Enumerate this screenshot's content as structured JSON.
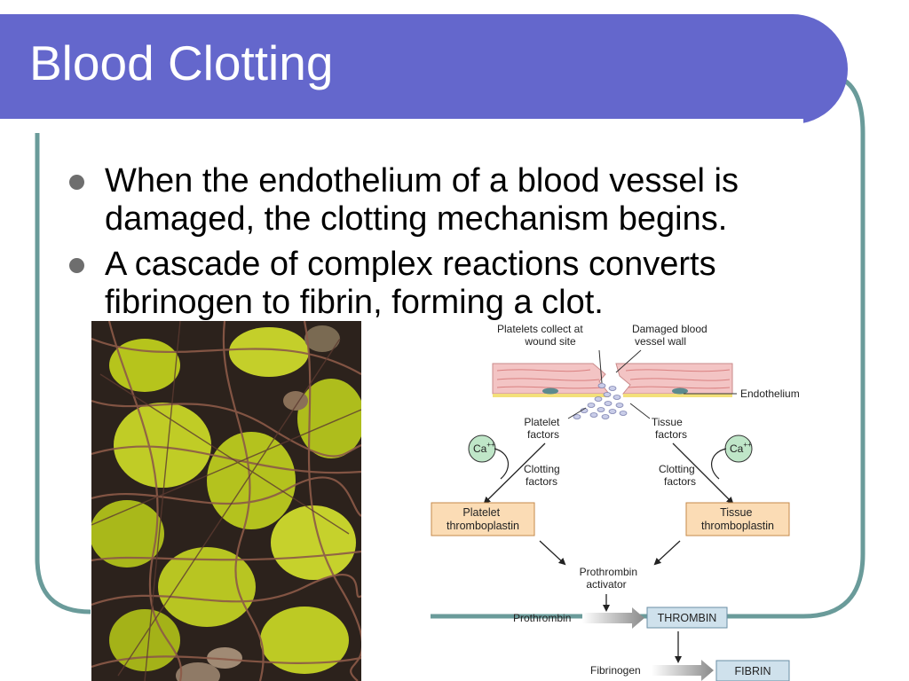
{
  "slide": {
    "title": "Blood Clotting",
    "bullets": [
      "When the endothelium of a blood vessel is damaged, the clotting mechanism begins.",
      "A cascade of complex reactions converts fibrinogen to fibrin, forming a clot."
    ]
  },
  "photo": {
    "subject": "micrograph of red blood cells caught in fibrin threads"
  },
  "diagram": {
    "platelets_collect": [
      "Platelets collect at",
      "wound site"
    ],
    "damaged_wall": [
      "Damaged  blood",
      "vessel wall"
    ],
    "endothelium": "Endothelium",
    "platelet_factors": [
      "Platelet",
      "factors"
    ],
    "tissue_factors": [
      "Tissue",
      "factors"
    ],
    "calcium_base": "Ca",
    "calcium_charge": "++",
    "clotting_factors": [
      "Clotting",
      "factors"
    ],
    "platelet_thromboplastin": [
      "Platelet",
      "thromboplastin"
    ],
    "tissue_thromboplastin": [
      "Tissue",
      "thromboplastin"
    ],
    "prothrombin_activator": [
      "Prothrombin",
      "activator"
    ],
    "prothrombin": "Prothrombin",
    "thrombin": "THROMBIN",
    "fibrinogen": "Fibrinogen",
    "fibrin": "FIBRIN"
  },
  "colors": {
    "title_bar": "#6467cc",
    "frame": "#6a9b9a",
    "bullet": "#6e6e6e",
    "tissue": "#f3c4c4",
    "thromboplastin_box": "#fbdcb5",
    "product_box": "#cfe1ec",
    "calcium_circle": "#bfe6c8"
  }
}
